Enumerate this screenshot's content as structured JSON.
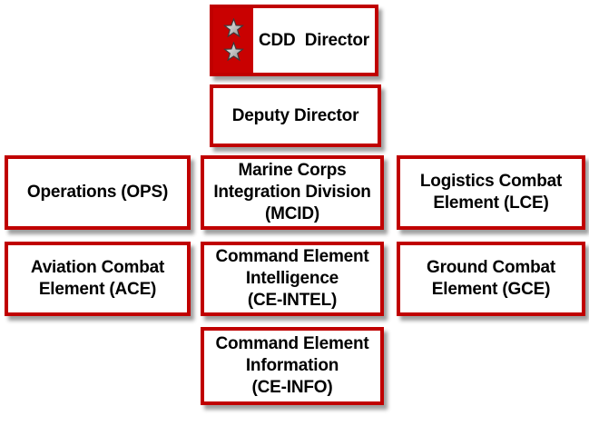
{
  "org_chart": {
    "type": "organizational-chart",
    "colors": {
      "box_border": "#C00000",
      "flag_band": "#C90101",
      "box_background": "#FFFFFF",
      "text": "#000000",
      "star_fill": "#C0C0C0",
      "page_background": "#FFFFFF"
    },
    "director_flag": {
      "stars": 2,
      "icon": "two-silver-stars-on-red-flag"
    },
    "boxes": [
      {
        "id": "cdd-director",
        "label": "CDD  Director"
      },
      {
        "id": "deputy-director",
        "label": "Deputy Director"
      },
      {
        "id": "operations",
        "label": "Operations (OPS)"
      },
      {
        "id": "mcid",
        "label": "Marine Corps\nIntegration Division\n(MCID)"
      },
      {
        "id": "lce",
        "label": "Logistics Combat\nElement (LCE)"
      },
      {
        "id": "ace",
        "label": "Aviation Combat\nElement (ACE)"
      },
      {
        "id": "ce-intel",
        "label": "Command Element\nIntelligence\n(CE-INTEL)"
      },
      {
        "id": "gce",
        "label": "Ground Combat\nElement (GCE)"
      },
      {
        "id": "ce-info",
        "label": "Command Element\nInformation\n(CE-INFO)"
      }
    ]
  }
}
